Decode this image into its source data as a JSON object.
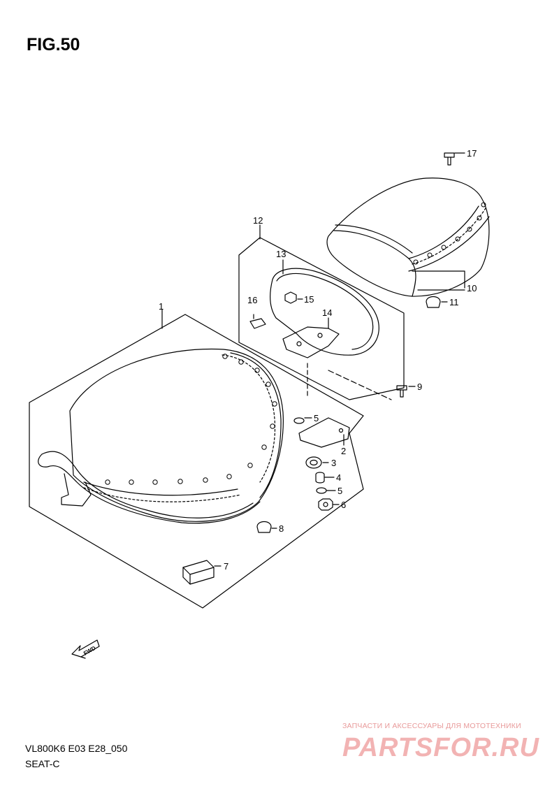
{
  "figure": {
    "title": "FIG.50"
  },
  "callouts": {
    "c1": "1",
    "c2": "2",
    "c3": "3",
    "c4": "4",
    "c5a": "5",
    "c5b": "5",
    "c6": "6",
    "c7": "7",
    "c8": "8",
    "c9": "9",
    "c10": "10",
    "c11": "11",
    "c12": "12",
    "c13": "13",
    "c14": "14",
    "c15": "15",
    "c16": "16",
    "c17": "17"
  },
  "footer": {
    "model_code": "VL800K6 E03 E28_050",
    "section": "SEAT-C"
  },
  "fwd_label": "FWD",
  "watermark": {
    "tagline": "ЗАПЧАСТИ И АКСЕССУАРЫ ДЛЯ МОТОТЕХНИКИ",
    "logo": "PARTSFOR.RU"
  },
  "colors": {
    "line": "#000000",
    "watermark": "#f2b3b3"
  }
}
